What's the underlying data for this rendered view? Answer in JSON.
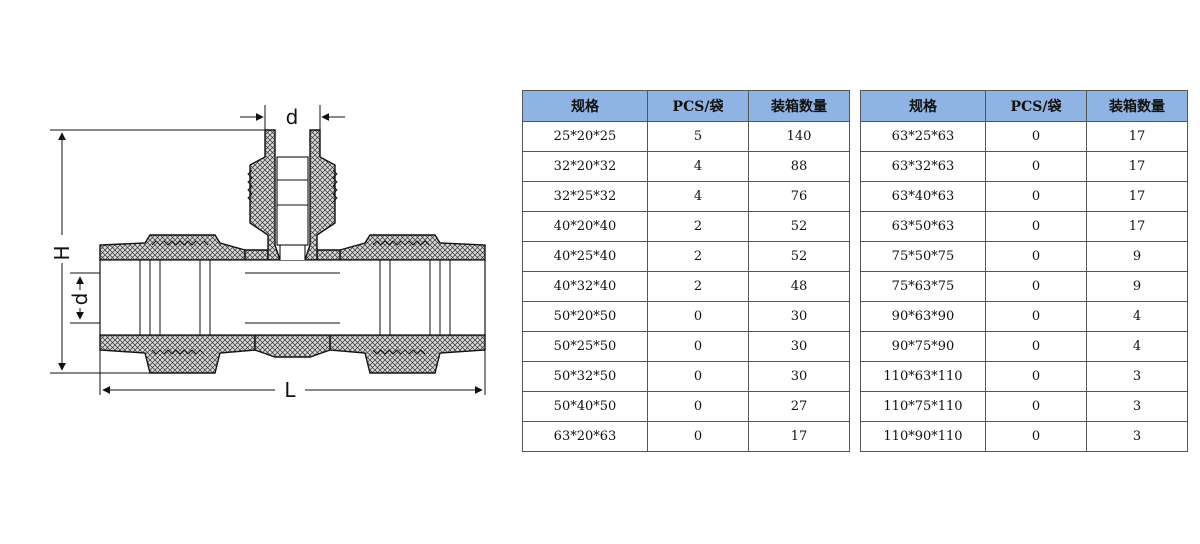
{
  "drawing": {
    "dim_d_top": "d",
    "dim_H": "H",
    "dim_d_left": "d",
    "dim_L": "L"
  },
  "tables": [
    {
      "headers": [
        "规格",
        "PCS/袋",
        "装箱数量"
      ],
      "rows": [
        [
          "25*20*25",
          "5",
          "140"
        ],
        [
          "32*20*32",
          "4",
          "88"
        ],
        [
          "32*25*32",
          "4",
          "76"
        ],
        [
          "40*20*40",
          "2",
          "52"
        ],
        [
          "40*25*40",
          "2",
          "52"
        ],
        [
          "40*32*40",
          "2",
          "48"
        ],
        [
          "50*20*50",
          "0",
          "30"
        ],
        [
          "50*25*50",
          "0",
          "30"
        ],
        [
          "50*32*50",
          "0",
          "30"
        ],
        [
          "50*40*50",
          "0",
          "27"
        ],
        [
          "63*20*63",
          "0",
          "17"
        ]
      ]
    },
    {
      "headers": [
        "规格",
        "PCS/袋",
        "装箱数量"
      ],
      "rows": [
        [
          "63*25*63",
          "0",
          "17"
        ],
        [
          "63*32*63",
          "0",
          "17"
        ],
        [
          "63*40*63",
          "0",
          "17"
        ],
        [
          "63*50*63",
          "0",
          "17"
        ],
        [
          "75*50*75",
          "0",
          "9"
        ],
        [
          "75*63*75",
          "0",
          "9"
        ],
        [
          "90*63*90",
          "0",
          "4"
        ],
        [
          "90*75*90",
          "0",
          "4"
        ],
        [
          "110*63*110",
          "0",
          "3"
        ],
        [
          "110*75*110",
          "0",
          "3"
        ],
        [
          "110*90*110",
          "0",
          "3"
        ]
      ]
    }
  ]
}
